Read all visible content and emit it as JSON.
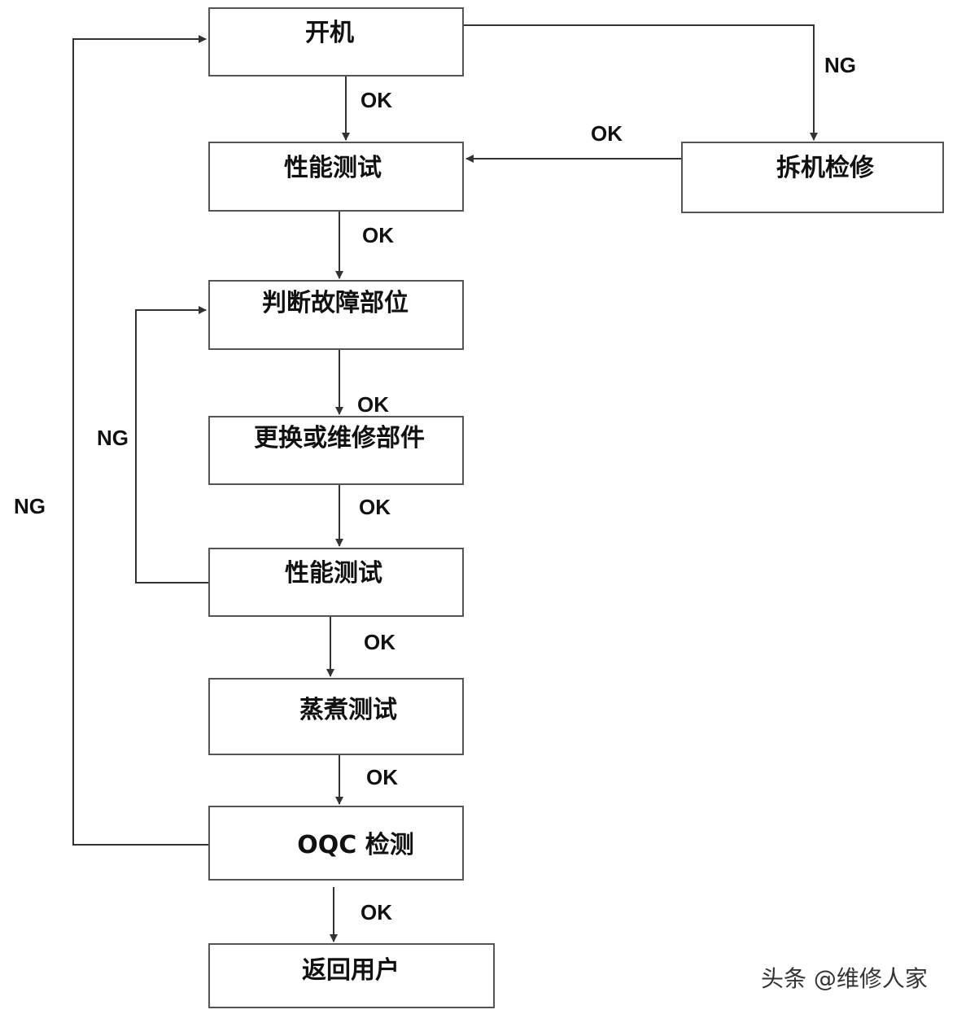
{
  "nodes": [
    {
      "id": "start",
      "label": "开机"
    },
    {
      "id": "test1",
      "label": "性能测试"
    },
    {
      "id": "repair",
      "label": "拆机检修"
    },
    {
      "id": "diagnose",
      "label": "判断故障部位"
    },
    {
      "id": "replace",
      "label": "更换或维修部件"
    },
    {
      "id": "test2",
      "label": "性能测试"
    },
    {
      "id": "steam",
      "label": "蒸煮测试"
    },
    {
      "id": "oqc",
      "label": "OQC 检测"
    },
    {
      "id": "return",
      "label": "返回用户"
    }
  ],
  "edges": [
    {
      "id": "start-test1",
      "from": "start",
      "to": "test1",
      "label": "OK"
    },
    {
      "id": "start-repair",
      "from": "start",
      "to": "repair",
      "label": "NG"
    },
    {
      "id": "repair-test1",
      "from": "repair",
      "to": "test1",
      "label": "OK"
    },
    {
      "id": "test1-diagnose",
      "from": "test1",
      "to": "diagnose",
      "label": "OK"
    },
    {
      "id": "diagnose-replace",
      "from": "diagnose",
      "to": "replace",
      "label": "OK"
    },
    {
      "id": "replace-test2",
      "from": "replace",
      "to": "test2",
      "label": "OK"
    },
    {
      "id": "test2-diagnose",
      "from": "test2",
      "to": "diagnose",
      "label": "NG"
    },
    {
      "id": "test2-steam",
      "from": "test2",
      "to": "steam",
      "label": "OK"
    },
    {
      "id": "steam-oqc",
      "from": "steam",
      "to": "oqc",
      "label": "OK"
    },
    {
      "id": "oqc-start",
      "from": "oqc",
      "to": "start",
      "label": "NG"
    },
    {
      "id": "oqc-return",
      "from": "oqc",
      "to": "return",
      "label": "OK"
    }
  ],
  "watermark": "头条 @维修人家"
}
